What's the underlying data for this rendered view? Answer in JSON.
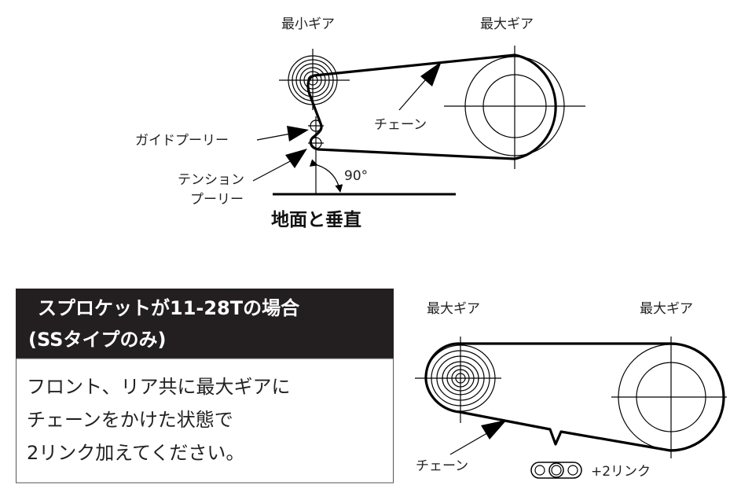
{
  "top_diagram": {
    "smallest_gear_label": "最小ギア",
    "largest_gear_label": "最大ギア",
    "chain_label": "チェーン",
    "guide_pulley_label": "ガイドプーリー",
    "tension_pulley_label_line1": "テンション",
    "tension_pulley_label_line2": "プーリー",
    "angle_label": "90°",
    "caption": "地面と垂直"
  },
  "note_box": {
    "header_line1": "スプロケットが11-28Tの場合",
    "header_line2": "(SSタイプのみ)",
    "body_line1": "フロント、リア共に最大ギアに",
    "body_line2": "チェーンをかけた状態で",
    "body_line3": "2リンク加えてください。",
    "header_bg": "#231f20"
  },
  "bottom_diagram": {
    "front_gear_label": "最大ギア",
    "rear_gear_label": "最大ギア",
    "chain_label": "チェーン",
    "links_label": "+2リンク"
  }
}
